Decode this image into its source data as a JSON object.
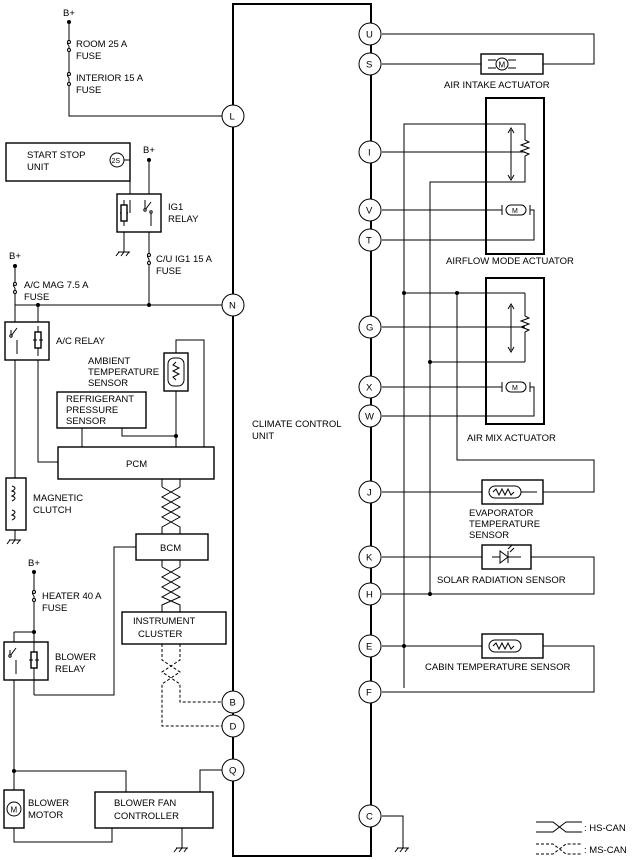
{
  "supply": {
    "b_plus": "B+"
  },
  "fuses": {
    "room": "ROOM 25 A",
    "interior": "INTERIOR 15 A",
    "cu_ig1": "C/U IG1 15 A",
    "ac_mag": "A/C MAG 7.5 A",
    "heater": "HEATER 40 A",
    "fuse_word": "FUSE"
  },
  "components": {
    "start_stop_unit": [
      "START STOP",
      "UNIT"
    ],
    "start_stop_symbol": "2S",
    "ig1_relay": [
      "IG1",
      "RELAY"
    ],
    "ac_relay": "A/C RELAY",
    "ambient_sensor": [
      "AMBIENT",
      "TEMPERATURE",
      "SENSOR"
    ],
    "refrigerant_sensor": [
      "REFRIGERANT",
      "PRESSURE",
      "SENSOR"
    ],
    "pcm": "PCM",
    "bcm": "BCM",
    "instrument_cluster": [
      "INSTRUMENT",
      "CLUSTER"
    ],
    "magnetic_clutch": [
      "MAGNETIC",
      "CLUTCH"
    ],
    "blower_relay": [
      "BLOWER",
      "RELAY"
    ],
    "blower_motor": [
      "BLOWER",
      "MOTOR"
    ],
    "blower_fan_controller": [
      "BLOWER FAN",
      "CONTROLLER"
    ],
    "climate_control_unit": [
      "CLIMATE CONTROL",
      "UNIT"
    ],
    "air_intake_actuator": "AIR INTAKE ACTUATOR",
    "airflow_mode_actuator": "AIRFLOW MODE ACTUATOR",
    "air_mix_actuator": "AIR MIX ACTUATOR",
    "evaporator_sensor": [
      "EVAPORATOR",
      "TEMPERATURE",
      "SENSOR"
    ],
    "solar_sensor": "SOLAR RADIATION SENSOR",
    "cabin_sensor": "CABIN TEMPERATURE SENSOR",
    "motor_symbol": "M"
  },
  "terminals": {
    "left": [
      "L",
      "N",
      "B",
      "D",
      "Q"
    ],
    "right": [
      "U",
      "S",
      "I",
      "V",
      "T",
      "G",
      "X",
      "W",
      "J",
      "K",
      "H",
      "E",
      "F",
      "C"
    ]
  },
  "legend": {
    "hs_can": ": HS-CAN",
    "ms_can": ": MS-CAN"
  }
}
